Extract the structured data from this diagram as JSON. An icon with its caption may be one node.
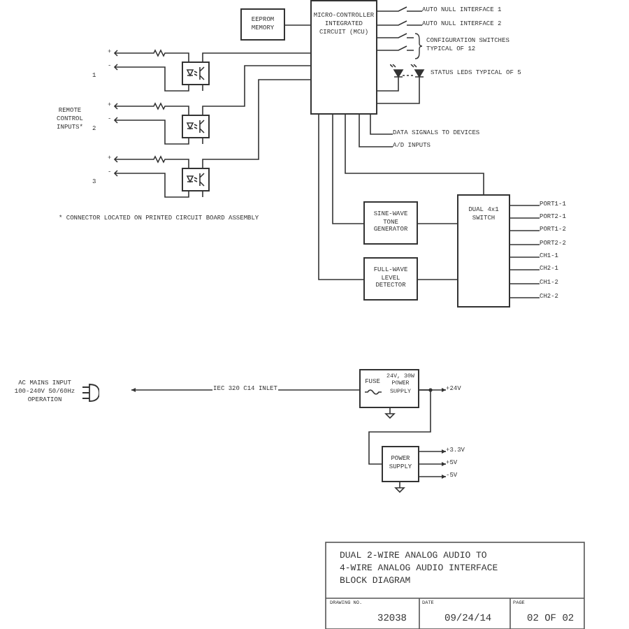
{
  "diagram": {
    "nodes": [
      {
        "text": [
          "EEPROM MEMORY"
        ]
      },
      {
        "text": [
          "MICRO-CONTROLLER INTEGRATED CIRCUIT (MCU)"
        ]
      },
      {
        "text": [
          "AUTO NULL INTERFACE 1"
        ]
      },
      {
        "text": [
          "AUTO NULL INTERFACE 2"
        ]
      },
      {
        "text": [
          "CONFIGURATION SWITCHES TYPICAL OF 12"
        ]
      },
      {
        "text": [
          "STATUS LEDS TYPICAL OF 5"
        ]
      },
      {
        "text": [
          "DATA SIGNALS TO DEVICES"
        ]
      },
      {
        "text": [
          "A/D INPUTS"
        ]
      },
      {
        "text": [],
        "shape": "box"
      },
      {
        "text": [],
        "shape": "box"
      },
      {
        "text": [],
        "shape": "box"
      },
      {
        "text": [
          "SINE-WAVE TONE GENERATOR"
        ]
      },
      {
        "text": [
          "FULL-WAVE LEVEL DETECTOR"
        ]
      },
      {
        "text": [
          "DUAL 4x1 SWITCH"
        ]
      },
      {
        "text": [
          "PORT1-1"
        ]
      },
      {
        "text": [
          "PORT2-1"
        ]
      },
      {
        "text": [
          "PORT1-2"
        ]
      },
      {
        "text": [
          "PORT2-2"
        ]
      },
      {
        "text": [
          "CH1-1"
        ]
      },
      {
        "text": [
          "CH2-1"
        ]
      },
      {
        "text": [
          "CH1-2"
        ]
      },
      {
        "text": [
          "CH2-2"
        ]
      },
      {
        "text": [
          "AC MAINS INPUT 100-240V 50/60Hz OPERATION"
        ]
      },
      {
        "text": [
          "FUSE",
          "24V, 30W POWER SUPPLY"
        ]
      },
      {
        "text": [
          "+24V"
        ]
      },
      {
        "text": [
          "POWER SUPPLY"
        ]
      },
      {
        "text": [
          "+3.3V"
        ]
      },
      {
        "text": [
          "+5V"
        ]
      },
      {
        "text": [
          "-5V"
        ]
      }
    ],
    "edges": [
      {
        "from": 0,
        "to": 1,
        "arrow": "none"
      },
      {
        "from": 1,
        "to": 2,
        "arrow": "none"
      },
      {
        "from": 1,
        "to": 3,
        "arrow": "none"
      },
      {
        "from": 1,
        "to": 4,
        "arrow": "none"
      },
      {
        "from": 1,
        "to": 4,
        "arrow": "none"
      },
      {
        "from": 1,
        "to": 5,
        "arrow": "none"
      },
      {
        "from": 1,
        "to": 5,
        "arrow": "none"
      },
      {
        "from": 1,
        "to": 6,
        "arrow": "none"
      },
      {
        "from": 1,
        "to": 7,
        "arrow": "none"
      },
      {
        "from": 8,
        "to": 1,
        "arrow": "none"
      },
      {
        "from": 9,
        "to": 1,
        "arrow": "none"
      },
      {
        "from": 10,
        "to": 1,
        "arrow": "none"
      },
      {
        "from": 1,
        "to": 13,
        "arrow": "none"
      },
      {
        "from": 1,
        "to": 11,
        "arrow": "none"
      },
      {
        "from": 1,
        "to": 12,
        "arrow": "none"
      },
      {
        "from": 11,
        "to": 13,
        "arrow": "none"
      },
      {
        "from": 12,
        "to": 13,
        "arrow": "none"
      },
      {
        "from": 13,
        "to": 14,
        "arrow": "none"
      },
      {
        "from": 13,
        "to": 15,
        "arrow": "none"
      },
      {
        "from": 13,
        "to": 16,
        "arrow": "none"
      },
      {
        "from": 13,
        "to": 17,
        "arrow": "none"
      },
      {
        "from": 13,
        "to": 18,
        "arrow": "none"
      },
      {
        "from": 13,
        "to": 19,
        "arrow": "none"
      },
      {
        "from": 13,
        "to": 20,
        "arrow": "none"
      },
      {
        "from": 13,
        "to": 21,
        "arrow": "none"
      },
      {
        "from": 23,
        "to": 22,
        "arrow": "to",
        "label": "IEC 320 C14 INLET"
      },
      {
        "from": 23,
        "to": 24,
        "arrow": "to"
      },
      {
        "from": 23,
        "to": 25,
        "arrow": "none"
      },
      {
        "from": 25,
        "to": 26,
        "arrow": "to"
      },
      {
        "from": 25,
        "to": 27,
        "arrow": "to"
      },
      {
        "from": 25,
        "to": 28,
        "arrow": "to"
      }
    ],
    "labels": [
      "REMOTE CONTROL INPUTS*",
      "1",
      "+",
      "-",
      "2",
      "+",
      "-",
      "3",
      "+",
      "-",
      "* CONNECTOR LOCATED ON PRINTED CIRCUIT BOARD ASSEMBLY",
      "DUAL 2-WIRE ANALOG AUDIO TO 4-WIRE ANALOG AUDIO INTERFACE BLOCK DIAGRAM",
      "DRAWING NO.",
      "32038",
      "DATE",
      "09/24/14",
      "PAGE",
      "02 OF 02"
    ]
  }
}
